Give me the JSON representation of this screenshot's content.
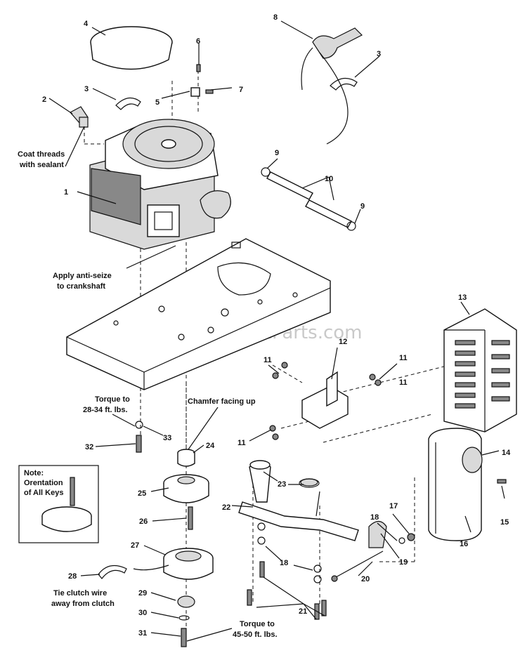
{
  "watermark": "eReplacementParts.com",
  "callouts": [
    "1",
    "2",
    "3",
    "3",
    "4",
    "5",
    "6",
    "7",
    "8",
    "9",
    "9",
    "10",
    "11",
    "11",
    "11",
    "11",
    "12",
    "13",
    "14",
    "15",
    "16",
    "17",
    "18",
    "18",
    "19",
    "20",
    "21",
    "22",
    "23",
    "24",
    "25",
    "26",
    "27",
    "28",
    "29",
    "30",
    "31",
    "32",
    "33"
  ],
  "notes": {
    "coat_threads_1": "Coat threads",
    "coat_threads_2": "with sealant",
    "anti_seize_1": "Apply anti-seize",
    "anti_seize_2": "to crankshaft",
    "torque_a_1": "Torque to",
    "torque_a_2": "28-34 ft. lbs.",
    "chamfer": "Chamfer facing up",
    "keys_note_1": "Note:",
    "keys_note_2": "Orentation",
    "keys_note_3": "of All Keys",
    "tie_clutch_1": "Tie clutch wire",
    "tie_clutch_2": "away from clutch",
    "torque_b_1": "Torque to",
    "torque_b_2": "45-50 ft. lbs."
  }
}
